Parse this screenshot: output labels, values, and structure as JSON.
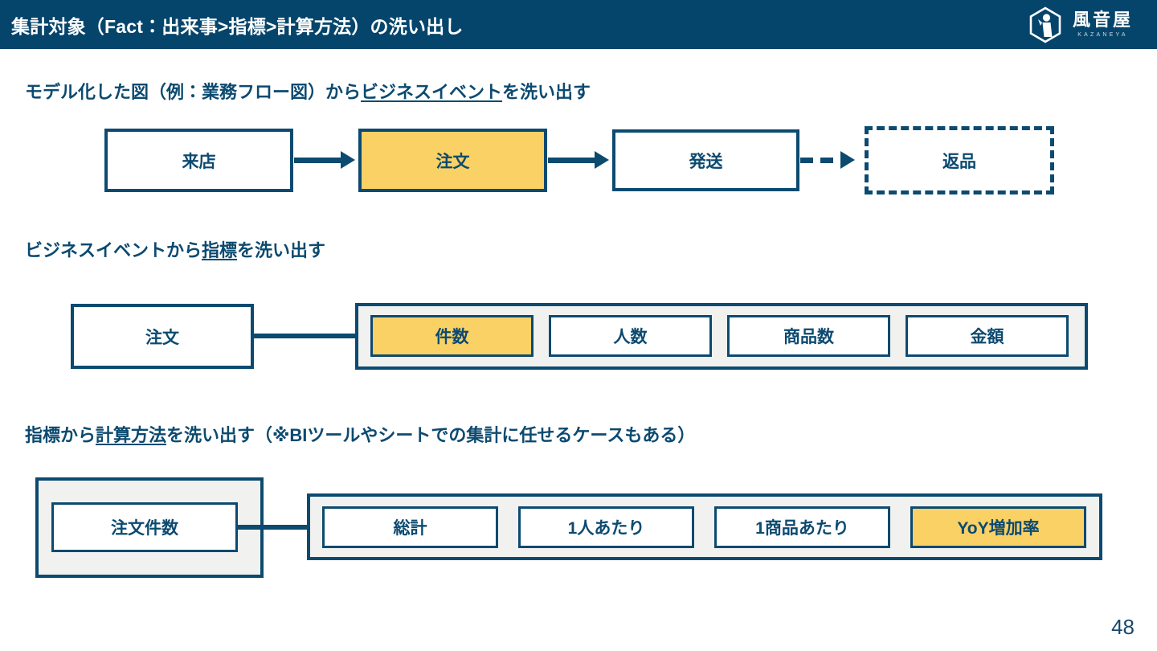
{
  "header": {
    "title": "集計対象（Fact：出来事>指標>計算方法）の洗い出し",
    "logo": {
      "mark_name": "kazaneya-hexagon-logo",
      "jp": "風音屋",
      "roman": "KAZANEYA"
    },
    "bar_color": "#06456B"
  },
  "colors": {
    "navy": "#0C4A70",
    "yellow": "#F9D165",
    "group_gray": "#F1F1F0",
    "white": "#FFFFFF"
  },
  "sections": [
    {
      "heading_pre": "モデル化した図（例：業務フロー図）から",
      "heading_underline": "ビジネスイベント",
      "heading_post": "を洗い出す",
      "nodes": [
        {
          "label": "来店",
          "style": "solid"
        },
        {
          "label": "注文",
          "style": "yellow"
        },
        {
          "label": "発送",
          "style": "solid"
        },
        {
          "label": "返品",
          "style": "dashed"
        }
      ],
      "connectors": [
        {
          "from": "来店",
          "to": "注文",
          "style": "solid"
        },
        {
          "from": "注文",
          "to": "発送",
          "style": "solid"
        },
        {
          "from": "発送",
          "to": "返品",
          "style": "dashed"
        }
      ]
    },
    {
      "heading_pre": "ビジネスイベントから",
      "heading_underline": "指標",
      "heading_post": "を洗い出す",
      "source": {
        "label": "注文"
      },
      "items": [
        {
          "label": "件数",
          "style": "yellow"
        },
        {
          "label": "人数",
          "style": "solid"
        },
        {
          "label": "商品数",
          "style": "solid"
        },
        {
          "label": "金額",
          "style": "solid"
        }
      ]
    },
    {
      "heading_pre": "指標から",
      "heading_underline": "計算方法",
      "heading_post": "を洗い出す（※BIツールやシートでの集計に任せるケースもある）",
      "source": {
        "label": "注文件数"
      },
      "items": [
        {
          "label": "総計",
          "style": "solid"
        },
        {
          "label": "1人あたり",
          "style": "solid"
        },
        {
          "label": "1商品あたり",
          "style": "solid"
        },
        {
          "label": "YoY増加率",
          "style": "yellow"
        }
      ]
    }
  ],
  "footer": {
    "page_number": "48"
  }
}
